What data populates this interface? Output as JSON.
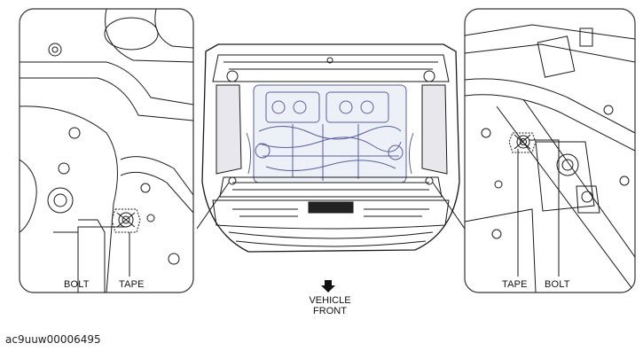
{
  "labels": {
    "left_bolt": "BOLT",
    "left_tape": "TAPE",
    "right_tape": "TAPE",
    "right_bolt": "BOLT",
    "vehicle_front_line1": "VEHICLE",
    "vehicle_front_line2": "FRONT",
    "figure_id": "ac9uuw00006495"
  },
  "colors": {
    "line": "#1a1a1a",
    "engine_tint": "#5560a0",
    "panel_border": "#333333"
  }
}
